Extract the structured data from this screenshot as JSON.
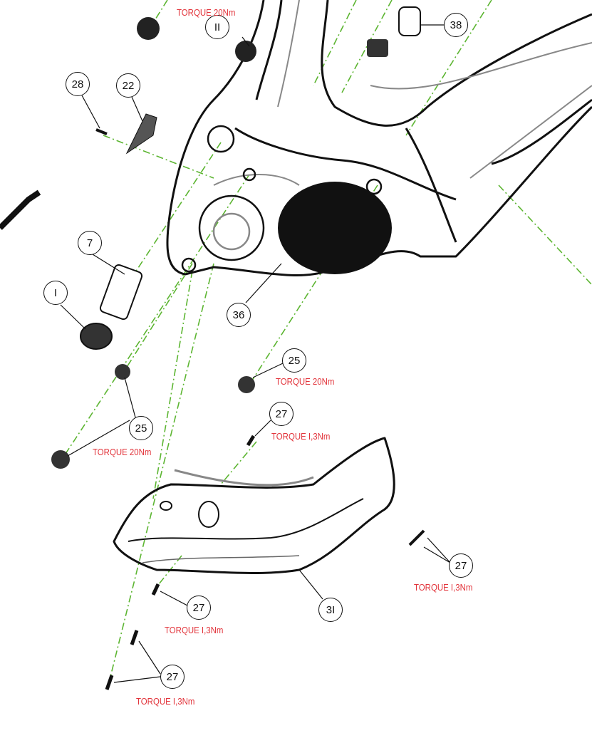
{
  "colors": {
    "torque": "#e2343b",
    "axis_line": "#5cb531",
    "outline": "#111111"
  },
  "callouts": [
    {
      "id": "part-II",
      "label": "II"
    },
    {
      "id": "part-38",
      "label": "38"
    },
    {
      "id": "part-28",
      "label": "28"
    },
    {
      "id": "part-22",
      "label": "22"
    },
    {
      "id": "part-7",
      "label": "7"
    },
    {
      "id": "part-I",
      "label": "I"
    },
    {
      "id": "part-36",
      "label": "36"
    },
    {
      "id": "part-25a",
      "label": "25"
    },
    {
      "id": "part-25b",
      "label": "25"
    },
    {
      "id": "part-27a",
      "label": "27"
    },
    {
      "id": "part-27b",
      "label": "27"
    },
    {
      "id": "part-31",
      "label": "3I"
    },
    {
      "id": "part-27c",
      "label": "27"
    },
    {
      "id": "part-27d",
      "label": "27"
    }
  ],
  "torques": [
    {
      "id": "torque-top",
      "label": "TORQUE 20Nm"
    },
    {
      "id": "torque-25a",
      "label": "TORQUE 20Nm"
    },
    {
      "id": "torque-25b",
      "label": "TORQUE 20Nm"
    },
    {
      "id": "torque-27a",
      "label": "TORQUE I,3Nm"
    },
    {
      "id": "torque-27b",
      "label": "TORQUE I,3Nm"
    },
    {
      "id": "torque-27c",
      "label": "TORQUE I,3Nm"
    },
    {
      "id": "torque-27d",
      "label": "TORQUE I,3Nm"
    }
  ]
}
